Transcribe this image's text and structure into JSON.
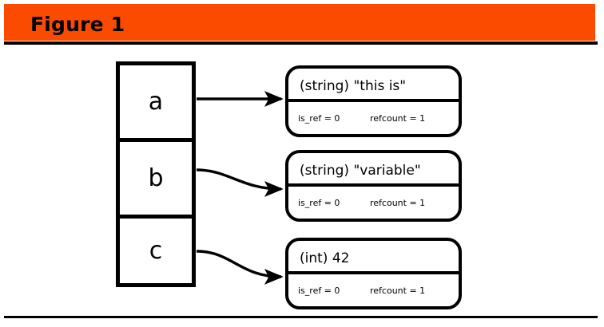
{
  "figure": {
    "title": "Figure 1",
    "header_color": "#fa4b00",
    "background_color": "#ffffff",
    "line_color": "#000000"
  },
  "variable_table": {
    "name": "variable-table",
    "rows": [
      {
        "label": "a"
      },
      {
        "label": "b"
      },
      {
        "label": "c"
      }
    ]
  },
  "value_boxes": [
    {
      "type_label": "(string) \"this is\"",
      "is_ref": "is_ref = 0",
      "refcount": "refcount = 1"
    },
    {
      "type_label": "(string) \"variable\"",
      "is_ref": "is_ref = 0",
      "refcount": "refcount = 1"
    },
    {
      "type_label": "(int) 42",
      "is_ref": "is_ref = 0",
      "refcount": "refcount = 1"
    }
  ],
  "arrows": [
    {
      "from": "a",
      "to": "box-0",
      "shape": "straight"
    },
    {
      "from": "b",
      "to": "box-1",
      "shape": "curved"
    },
    {
      "from": "c",
      "to": "box-2",
      "shape": "curved"
    }
  ]
}
